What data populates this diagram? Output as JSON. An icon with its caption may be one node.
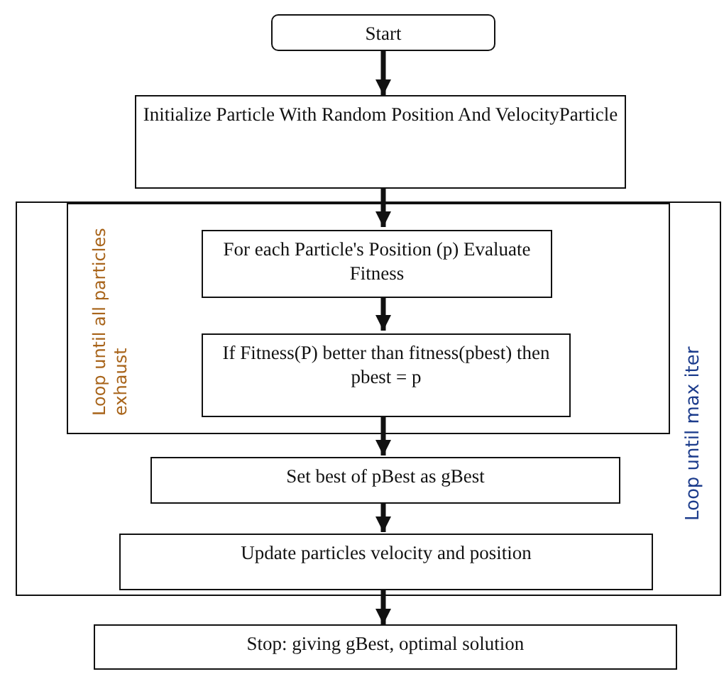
{
  "diagram": {
    "nodes": [
      {
        "text": [
          "Start"
        ]
      },
      {
        "text": [
          "Initialize Particle With Random Position And VelocityParticle"
        ]
      },
      {
        "text": [
          "Loop until max iter"
        ]
      },
      {
        "text": [
          "Loop until all particles exhaust"
        ],
        "in": 2
      },
      {
        "text": [
          "For each Particle's Position (p) Evaluate Fitness"
        ],
        "in": 3
      },
      {
        "text": [
          "If Fitness(P) better than fitness(pbest) then pbest = p"
        ],
        "in": 3
      },
      {
        "text": [
          "Set best of pBest as gBest"
        ],
        "in": 2
      },
      {
        "text": [
          "Update particles velocity and position"
        ],
        "in": 2
      },
      {
        "text": [
          "Stop: giving gBest, optimal solution"
        ]
      }
    ],
    "edges": [
      {
        "from": 0,
        "to": 1,
        "arrow": "to"
      },
      {
        "from": 1,
        "to": 4,
        "arrow": "to"
      },
      {
        "from": 4,
        "to": 5,
        "arrow": "to"
      },
      {
        "from": 5,
        "to": 6,
        "arrow": "to"
      },
      {
        "from": 6,
        "to": 7,
        "arrow": "to"
      },
      {
        "from": 7,
        "to": 8,
        "arrow": "to"
      }
    ]
  }
}
